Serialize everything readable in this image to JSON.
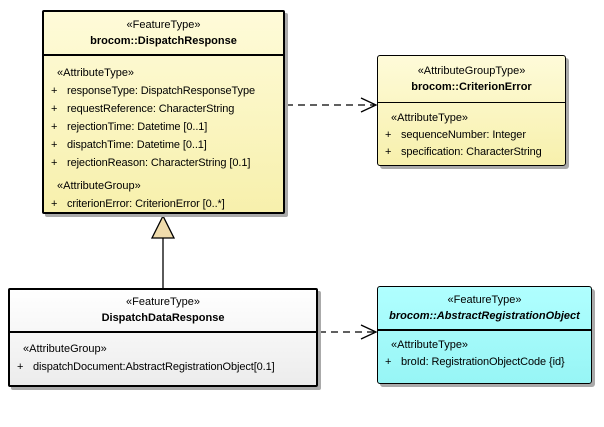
{
  "boxes": {
    "dispatch_response": {
      "stereotype": "«FeatureType»",
      "name": "brocom::DispatchResponse",
      "compartment1_header": "«AttributeType»",
      "attributes1": [
        {
          "vis": "+",
          "label": "responseType: DispatchResponseType"
        },
        {
          "vis": "+",
          "label": "requestReference: CharacterString"
        },
        {
          "vis": "+",
          "label": "rejectionTime: Datetime [0..1]"
        },
        {
          "vis": "+",
          "label": "dispatchTime: Datetime [0..1]"
        },
        {
          "vis": "+",
          "label": "rejectionReason: CharacterString [0.1]"
        }
      ],
      "compartment2_header": "«AttributeGroup»",
      "attributes2": [
        {
          "vis": "+",
          "label": "criterionError: CriterionError [0..*]"
        }
      ]
    },
    "criterion_error": {
      "stereotype": "«AttributeGroupType»",
      "name": "brocom::CriterionError",
      "compartment1_header": "«AttributeType»",
      "attributes1": [
        {
          "vis": "+",
          "label": "sequenceNumber: Integer"
        },
        {
          "vis": "+",
          "label": "specification: CharacterString"
        }
      ]
    },
    "dispatch_data_response": {
      "stereotype": "«FeatureType»",
      "name": "DispatchDataResponse",
      "compartment1_header": "«AttributeGroup»",
      "attributes1": [
        {
          "vis": "+",
          "label": "dispatchDocument:AbstractRegistrationObject[0.1]"
        }
      ]
    },
    "abstract_registration_object": {
      "stereotype": "«FeatureType»",
      "name": "brocom::AbstractRegistrationObject",
      "compartment1_header": "«AttributeType»",
      "attributes1": [
        {
          "vis": "+",
          "label": "broId: RegistrationObjectCode {id}"
        }
      ]
    }
  },
  "connectors": [
    {
      "type": "dependency",
      "line": "dashed",
      "arrowhead": "open",
      "from": "brocom::DispatchResponse",
      "to": "brocom::CriterionError"
    },
    {
      "type": "generalization",
      "line": "solid",
      "arrowhead": "triangle",
      "from": "DispatchDataResponse",
      "to": "brocom::DispatchResponse"
    },
    {
      "type": "dependency",
      "line": "dashed",
      "arrowhead": "open",
      "from": "DispatchDataResponse",
      "to": "brocom::AbstractRegistrationObject"
    }
  ],
  "colors": {
    "feature_type_yellow": "#F9F2B0",
    "abstract_cyan": "#A0FBFB",
    "plain_white": "#FFFFFF",
    "generalization_triangle": "#F0DCAC",
    "border": "#000000",
    "shadow": "#AAAAAA"
  }
}
